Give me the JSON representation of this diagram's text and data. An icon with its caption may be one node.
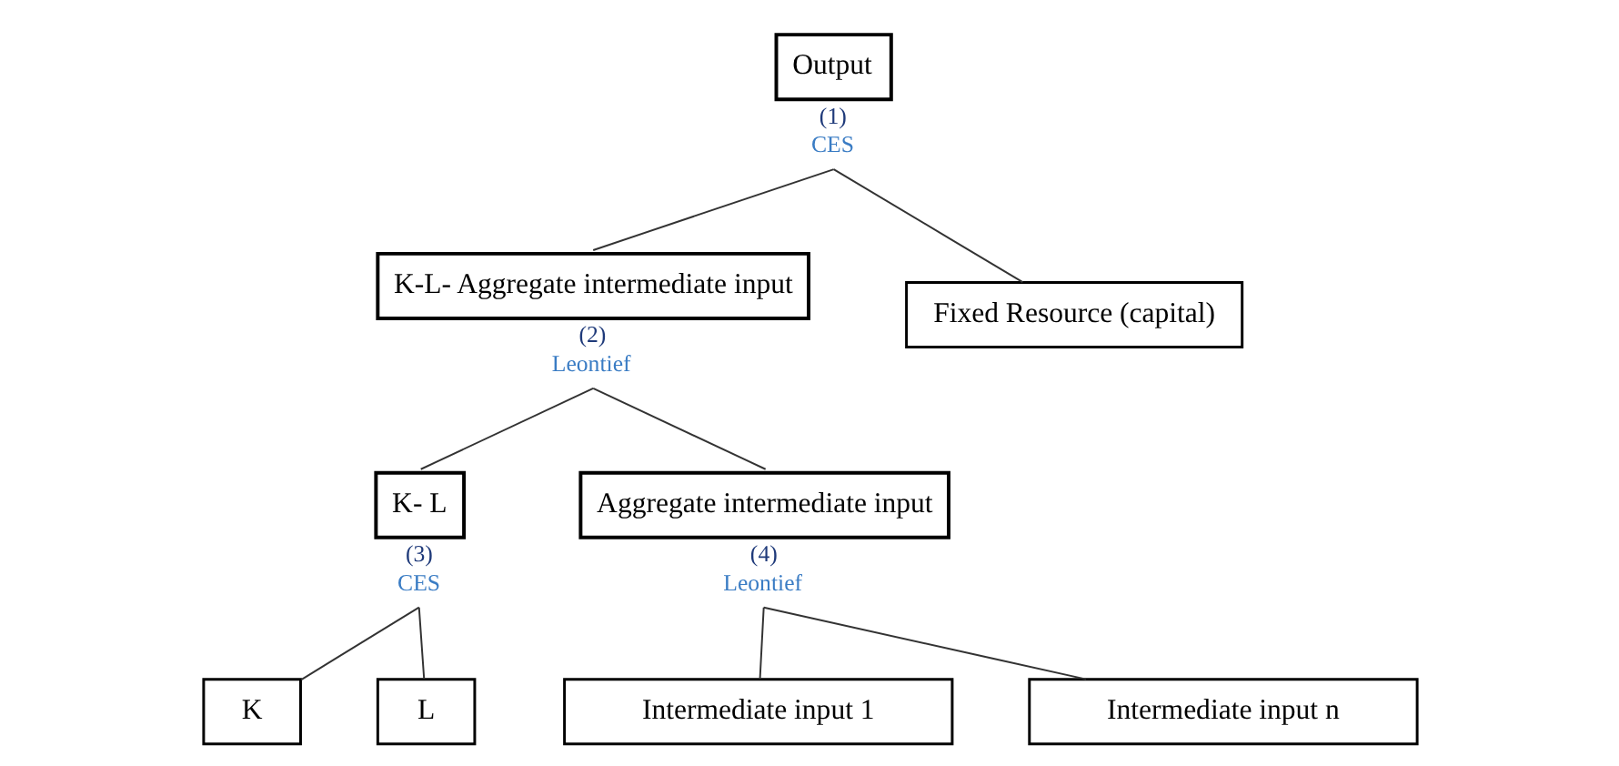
{
  "diagram": {
    "nodes": [
      {
        "text": [
          "Output"
        ],
        "beside": [
          "(1)",
          "CES"
        ]
      },
      {
        "text": [
          "K-L- Aggregate intermediate input"
        ],
        "beside": [
          "(2)",
          "Leontief"
        ]
      },
      {
        "text": [
          "Fixed Resource (capital)"
        ]
      },
      {
        "text": [
          "K- L"
        ],
        "beside": [
          "(3)",
          "CES"
        ]
      },
      {
        "text": [
          "Aggregate intermediate input"
        ],
        "beside": [
          "(4)",
          "Leontief"
        ]
      },
      {
        "text": [
          "K"
        ]
      },
      {
        "text": [
          "L"
        ]
      },
      {
        "text": [
          "Intermediate input 1"
        ]
      },
      {
        "text": [
          "Intermediate input n"
        ]
      }
    ],
    "edges": [
      {
        "from": 0,
        "to": 1,
        "arrow": "none"
      },
      {
        "from": 0,
        "to": 2,
        "arrow": "none"
      },
      {
        "from": 1,
        "to": 3,
        "arrow": "none"
      },
      {
        "from": 1,
        "to": 4,
        "arrow": "none"
      },
      {
        "from": 3,
        "to": 5,
        "arrow": "none"
      },
      {
        "from": 3,
        "to": 6,
        "arrow": "none"
      },
      {
        "from": 4,
        "to": 7,
        "arrow": "none"
      },
      {
        "from": 4,
        "to": 8,
        "arrow": "none"
      }
    ]
  }
}
